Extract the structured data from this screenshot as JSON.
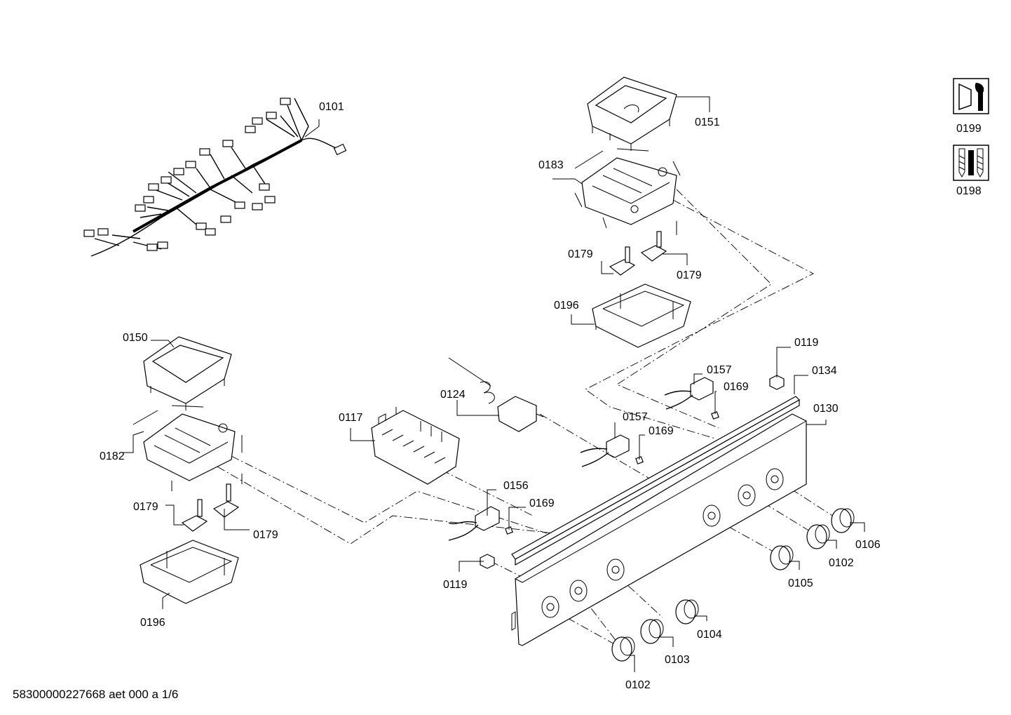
{
  "footer": "58300000227668 aet 000 a 1/6",
  "labels": {
    "p0101": "0101",
    "p0151": "0151",
    "p0183": "0183",
    "p0179_a": "0179",
    "p0179_b": "0179",
    "p0196_a": "0196",
    "p0199": "0199",
    "p0198": "0198",
    "p0150": "0150",
    "p0182": "0182",
    "p0179_c": "0179",
    "p0179_d": "0179",
    "p0196_b": "0196",
    "p0117": "0117",
    "p0124": "0124",
    "p0156": "0156",
    "p0169_a": "0169",
    "p0119_a": "0119",
    "p0157_a": "0157",
    "p0169_b": "0169",
    "p0157_b": "0157",
    "p0169_c": "0169",
    "p0119_b": "0119",
    "p0134": "0134",
    "p0130": "0130",
    "p0106": "0106",
    "p0102_a": "0102",
    "p0105": "0105",
    "p0104": "0104",
    "p0103": "0103",
    "p0102_b": "0102"
  },
  "icons": [
    "wrench-tool-icon",
    "screws-icon"
  ]
}
